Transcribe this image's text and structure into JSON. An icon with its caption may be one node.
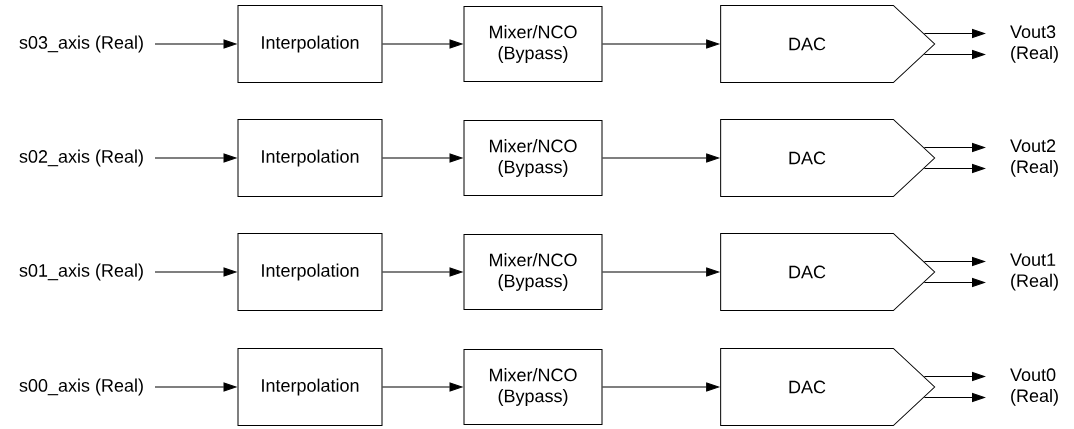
{
  "diagram": {
    "nodes": [
      {
        "text": [
          "s03_axis (Real)"
        ]
      },
      {
        "text": [
          "Interpolation"
        ]
      },
      {
        "text": [
          "Mixer/NCO (Bypass)"
        ]
      },
      {
        "text": [
          "DAC"
        ]
      },
      {
        "text": [
          "Vout3 (Real)"
        ]
      },
      {
        "text": [
          "s02_axis (Real)"
        ]
      },
      {
        "text": [
          "Interpolation"
        ]
      },
      {
        "text": [
          "Mixer/NCO (Bypass)"
        ]
      },
      {
        "text": [
          "DAC"
        ]
      },
      {
        "text": [
          "Vout2 (Real)"
        ]
      },
      {
        "text": [
          "s01_axis (Real)"
        ]
      },
      {
        "text": [
          "Interpolation"
        ]
      },
      {
        "text": [
          "Mixer/NCO (Bypass)"
        ]
      },
      {
        "text": [
          "DAC"
        ]
      },
      {
        "text": [
          "Vout1 (Real)"
        ]
      },
      {
        "text": [
          "s00_axis (Real)"
        ]
      },
      {
        "text": [
          "Interpolation"
        ]
      },
      {
        "text": [
          "Mixer/NCO (Bypass)"
        ]
      },
      {
        "text": [
          "DAC"
        ]
      },
      {
        "text": [
          "Vout0 (Real)"
        ]
      }
    ],
    "edges": [
      {
        "from": 0,
        "to": 1,
        "arrow": "to"
      },
      {
        "from": 1,
        "to": 2,
        "arrow": "to"
      },
      {
        "from": 2,
        "to": 3,
        "arrow": "to"
      },
      {
        "from": 3,
        "to": 4,
        "arrow": "to"
      },
      {
        "from": 3,
        "to": 4,
        "arrow": "to"
      },
      {
        "from": 5,
        "to": 6,
        "arrow": "to"
      },
      {
        "from": 6,
        "to": 7,
        "arrow": "to"
      },
      {
        "from": 7,
        "to": 8,
        "arrow": "to"
      },
      {
        "from": 8,
        "to": 9,
        "arrow": "to"
      },
      {
        "from": 8,
        "to": 9,
        "arrow": "to"
      },
      {
        "from": 10,
        "to": 11,
        "arrow": "to"
      },
      {
        "from": 11,
        "to": 12,
        "arrow": "to"
      },
      {
        "from": 12,
        "to": 13,
        "arrow": "to"
      },
      {
        "from": 13,
        "to": 14,
        "arrow": "to"
      },
      {
        "from": 13,
        "to": 14,
        "arrow": "to"
      },
      {
        "from": 15,
        "to": 16,
        "arrow": "to"
      },
      {
        "from": 16,
        "to": 17,
        "arrow": "to"
      },
      {
        "from": 17,
        "to": 18,
        "arrow": "to"
      },
      {
        "from": 18,
        "to": 19,
        "arrow": "to"
      },
      {
        "from": 18,
        "to": 19,
        "arrow": "to"
      }
    ]
  }
}
